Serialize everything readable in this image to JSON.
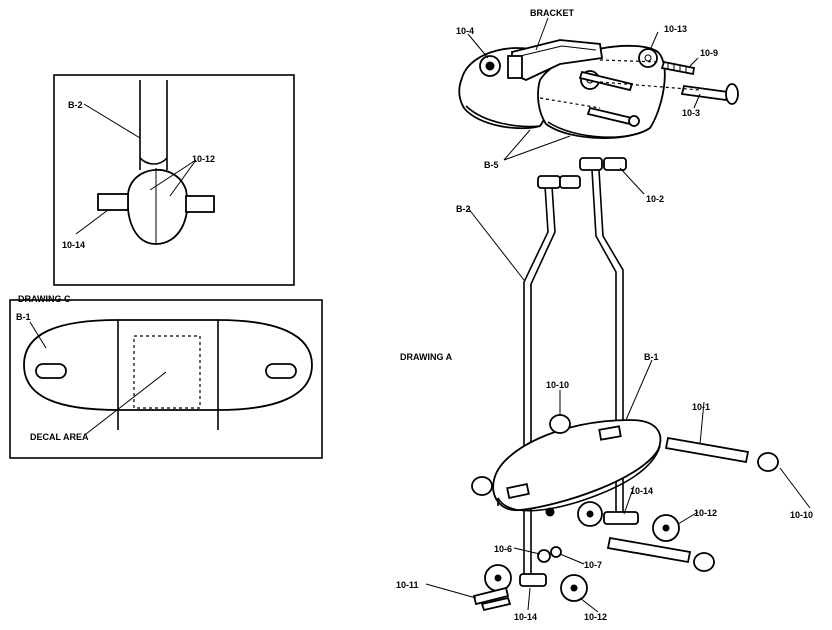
{
  "labels": {
    "bracket": "BRACKET",
    "part_10_4": "10-4",
    "part_10_13": "10-13",
    "part_10_9": "10-9",
    "part_10_3": "10-3",
    "part_b5": "B-5",
    "part_10_2": "10-2",
    "part_b2_a": "B-2",
    "drawing_a": "DRAWING A",
    "part_b1_a": "B-1",
    "part_10_10_a": "10-10",
    "part_10_1": "10-1",
    "part_10_10_b": "10-10",
    "part_10_14_a": "10-14",
    "part_10_12_a": "10-12",
    "part_10_6": "10-6",
    "part_10_7": "10-7",
    "part_10_11": "10-11",
    "part_10_14_b": "10-14",
    "part_10_12_b": "10-12",
    "detail_b2": "B-2",
    "detail_10_12": "10-12",
    "detail_10_14": "10-14",
    "drawing_c": "DRAWING C",
    "drawing_c_b1": "B-1",
    "decal_area": "DECAL AREA"
  }
}
